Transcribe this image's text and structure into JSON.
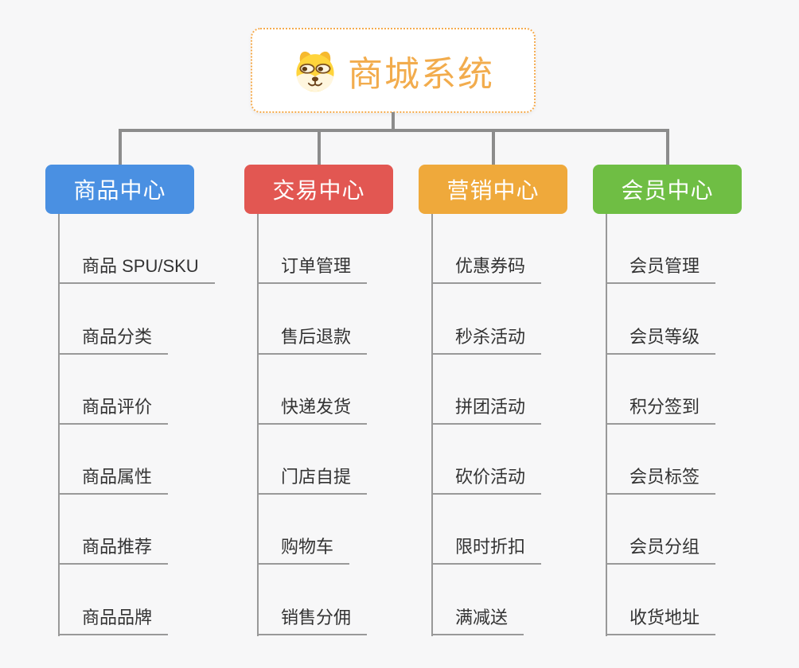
{
  "root": {
    "label": "商城系统",
    "icon": "dog-face-icon",
    "accent_color": "#F2AC4D",
    "border_color": "#F5AB4E"
  },
  "connector_color": "#8C8C8C",
  "child_line_color": "#999999",
  "item_text_color": "#333333",
  "branches": [
    {
      "label": "商品中心",
      "color": "#4A90E2",
      "items": [
        "商品 SPU/SKU",
        "商品分类",
        "商品评价",
        "商品属性",
        "商品推荐",
        "商品品牌"
      ]
    },
    {
      "label": "交易中心",
      "color": "#E25752",
      "items": [
        "订单管理",
        "售后退款",
        "快递发货",
        "门店自提",
        "购物车",
        "销售分佣"
      ]
    },
    {
      "label": "营销中心",
      "color": "#EFA93B",
      "items": [
        "优惠券码",
        "秒杀活动",
        "拼团活动",
        "砍价活动",
        "限时折扣",
        "满减送"
      ]
    },
    {
      "label": "会员中心",
      "color": "#6FBE44",
      "items": [
        "会员管理",
        "会员等级",
        "积分签到",
        "会员标签",
        "会员分组",
        "收货地址"
      ]
    }
  ]
}
